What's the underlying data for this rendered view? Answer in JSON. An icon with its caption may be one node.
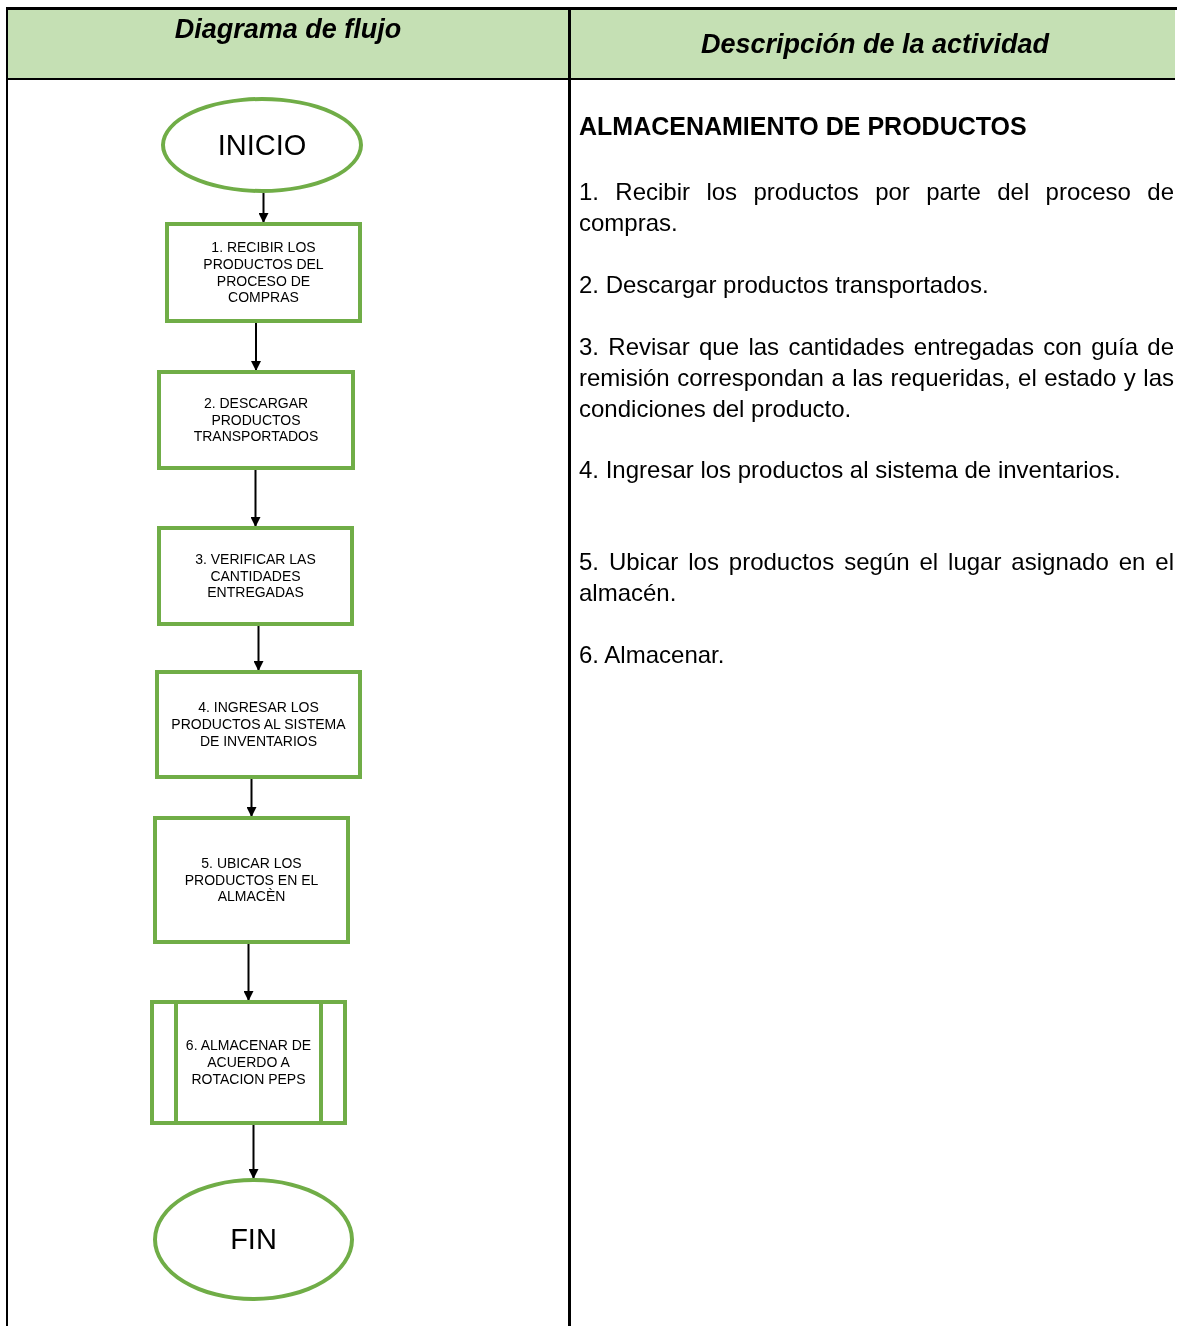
{
  "diagram": {
    "nodes": [
      {
        "text": [
          "INICIO"
        ]
      },
      {
        "text": [
          "1. RECIBIR LOS PRODUCTOS DEL PROCESO DE COMPRAS"
        ]
      },
      {
        "text": [
          "2. DESCARGAR PRODUCTOS TRANSPORTADOS"
        ]
      },
      {
        "text": [
          "3. VERIFICAR LAS CANTIDADES ENTREGADAS"
        ]
      },
      {
        "text": [
          "4. INGRESAR LOS PRODUCTOS AL SISTEMA DE INVENTARIOS"
        ]
      },
      {
        "text": [
          "5. UBICAR LOS PRODUCTOS EN EL ALMACÈN"
        ]
      },
      {
        "text": [
          "6. ALMACENAR DE ACUERDO A ROTACION PEPS"
        ]
      },
      {
        "text": [
          "FIN"
        ]
      }
    ],
    "edges": [
      {
        "from": 0,
        "to": 1,
        "arrow": "to"
      },
      {
        "from": 1,
        "to": 2,
        "arrow": "to"
      },
      {
        "from": 2,
        "to": 3,
        "arrow": "to"
      },
      {
        "from": 3,
        "to": 4,
        "arrow": "to"
      },
      {
        "from": 4,
        "to": 5,
        "arrow": "to"
      },
      {
        "from": 5,
        "to": 6,
        "arrow": "to"
      },
      {
        "from": 6,
        "to": 7,
        "arrow": "to"
      }
    ],
    "labels": [
      "Diagrama de flujo",
      "Descripción de la actividad",
      "ALMACENAMIENTO DE PRODUCTOS",
      "1. Recibir los productos por parte del proceso de compras.",
      "2. Descargar productos transportados.",
      "3. Revisar que las cantidades entregadas con guía de remisión correspondan a las requeridas, el estado y las condiciones del producto.",
      "4. Ingresar los productos al sistema de inventarios.",
      "5. Ubicar los productos según el lugar asignado en el almacén.",
      "6. Almacenar."
    ]
  }
}
